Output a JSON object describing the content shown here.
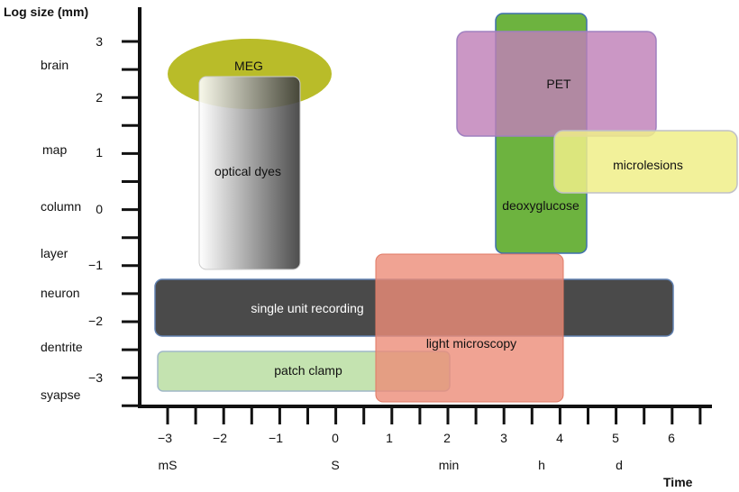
{
  "axes": {
    "y_title": "Log size (mm)",
    "x_title": "Time",
    "y_ticks": [
      "3",
      "2",
      "1",
      "0",
      "−1",
      "−2",
      "−3"
    ],
    "x_ticks": [
      "−3",
      "−2",
      "−1",
      "0",
      "1",
      "2",
      "3",
      "4",
      "5",
      "6"
    ],
    "y_scale_labels": [
      "brain",
      "map",
      "column",
      "layer",
      "neuron",
      "dentrite",
      "syapse"
    ],
    "x_scale_labels": [
      "mS",
      "S",
      "min",
      "h",
      "d"
    ]
  },
  "regions": {
    "meg": "MEG",
    "optical_dyes": "optical dyes",
    "pet": "PET",
    "deoxyglucose": "deoxyglucose",
    "microlesions": "microlesions",
    "single_unit": "single unit recording",
    "light_microscopy": "light microscopy",
    "patch_clamp": "patch clamp"
  },
  "colors": {
    "meg": "#b5b81e",
    "pet": "#c080b8",
    "deoxyglucose": "#6db33f",
    "microlesions": "#f0ee88",
    "single_unit": "#4a4a4a",
    "light_microscopy": "#ec8c78",
    "patch_clamp": "#c4e3b0"
  }
}
